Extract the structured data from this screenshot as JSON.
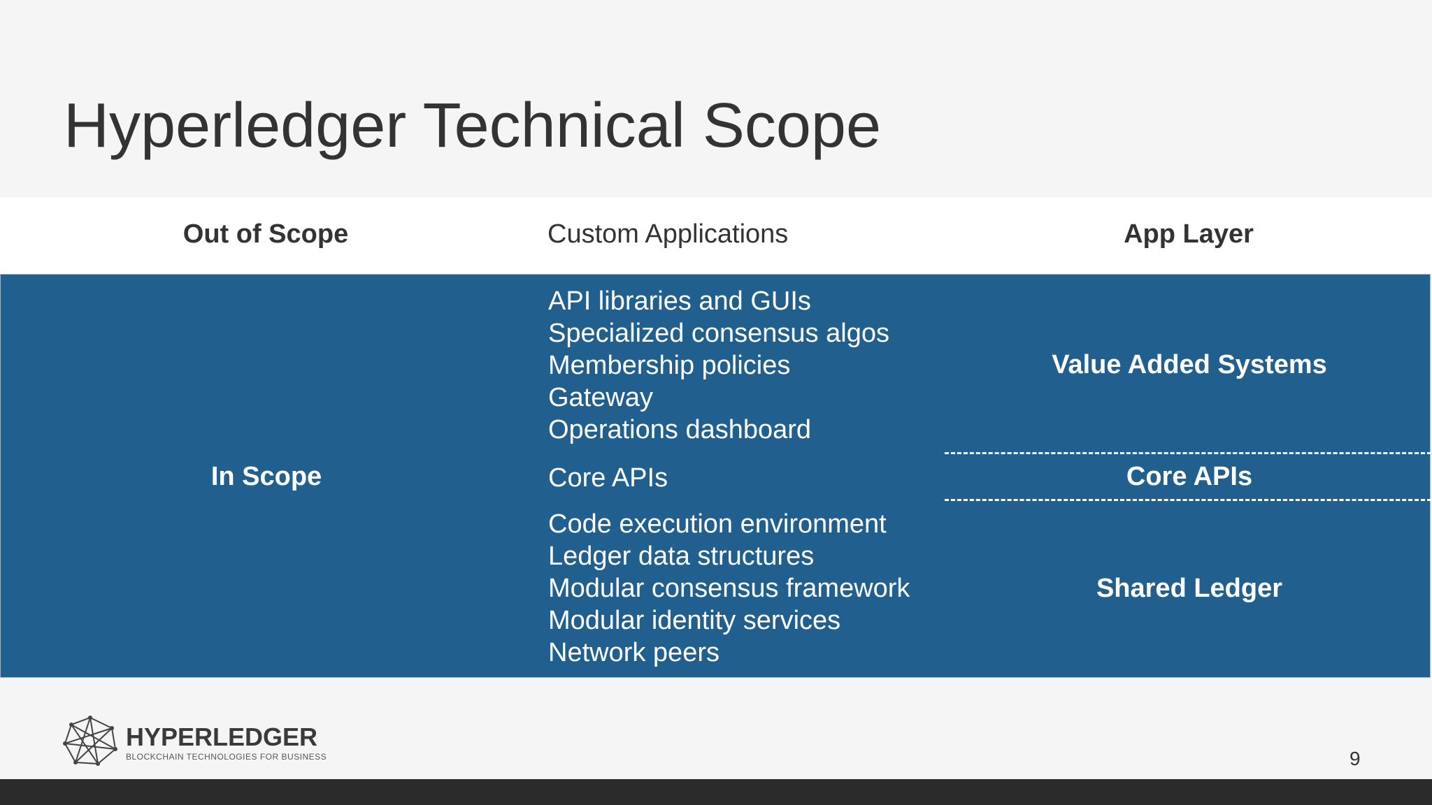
{
  "slide": {
    "title": "Hyperledger Technical Scope",
    "page_number": "9"
  },
  "header_row": {
    "scope": "Out of Scope",
    "components": "Custom Applications",
    "layer": "App Layer"
  },
  "in_scope": {
    "label": "In Scope",
    "value_added_components": [
      "API libraries and GUIs",
      "Specialized consensus algos",
      "Membership policies",
      "Gateway",
      "Operations dashboard"
    ],
    "core_components": "Core APIs",
    "shared_ledger_components": [
      "Code execution environment",
      "Ledger data structures",
      "Modular consensus framework",
      "Modular identity services",
      "Network peers"
    ],
    "layers": {
      "value_added": "Value Added Systems",
      "core": "Core APIs",
      "shared": "Shared Ledger"
    }
  },
  "logo": {
    "name": "HYPERLEDGER",
    "tagline": "BLOCKCHAIN TECHNOLOGIES FOR BUSINESS",
    "icon": "network-polyhedron-icon"
  },
  "colors": {
    "band": "#21608e",
    "title_text": "#333333",
    "background": "#f5f5f5",
    "bottom_bar": "#2b2b2b"
  }
}
